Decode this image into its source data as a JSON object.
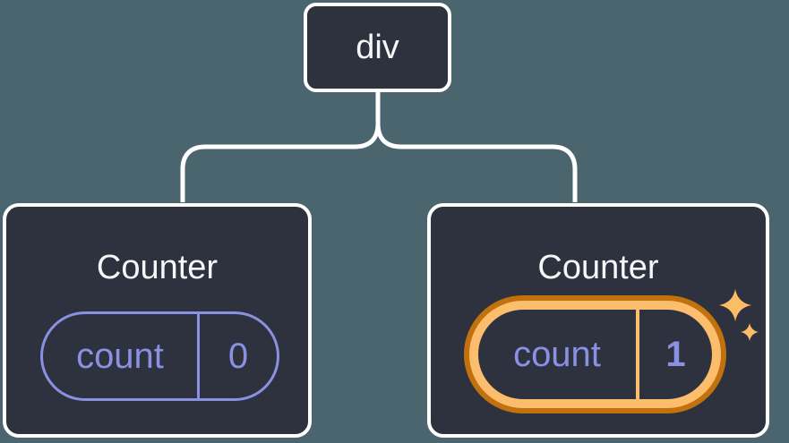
{
  "diagram": {
    "root_node": {
      "label": "div"
    },
    "children": [
      {
        "title": "Counter",
        "state_key": "count",
        "state_value": "0",
        "highlighted": false
      },
      {
        "title": "Counter",
        "state_key": "count",
        "state_value": "1",
        "highlighted": true
      }
    ]
  },
  "colors": {
    "background": "#4b656f",
    "node_fill": "#2d323e",
    "connector": "#ffffff",
    "text_primary": "#f5f6f8",
    "state_accent": "#8a90e2",
    "highlight_outer": "#c1720e",
    "highlight_inner": "#fcbe6d",
    "sparkle": "#fcbd64"
  },
  "icons": {
    "sparkles": "sparkles"
  }
}
